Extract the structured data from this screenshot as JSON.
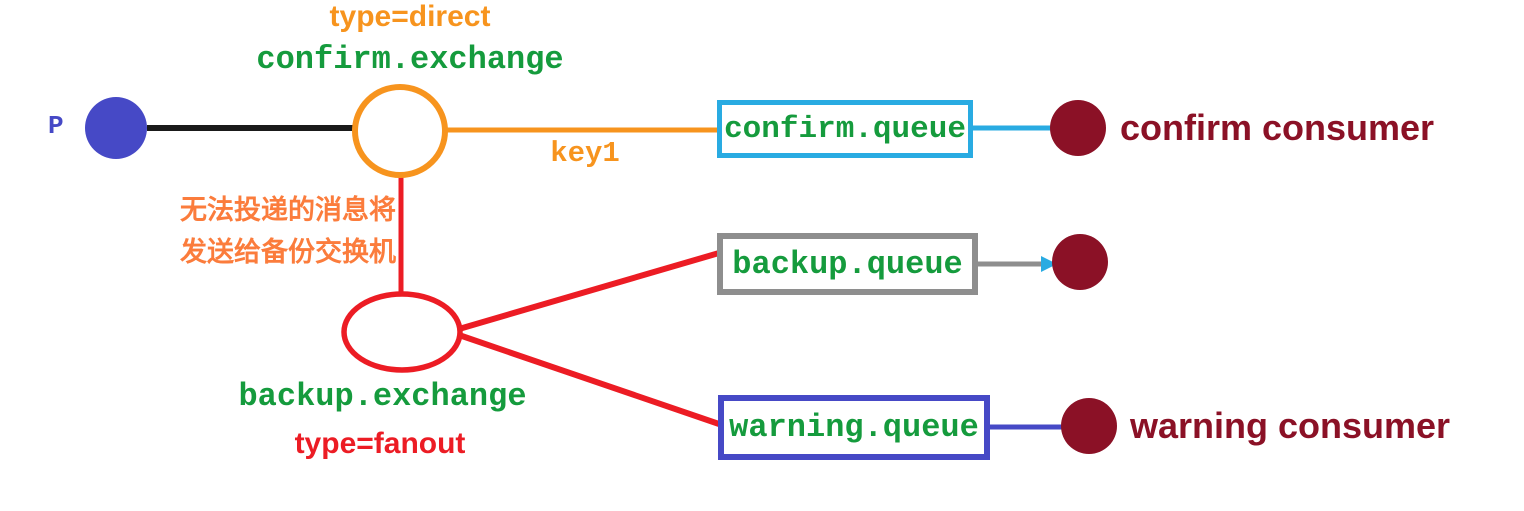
{
  "colors": {
    "orange": "#F7941E",
    "note_orange": "#FB7C3C",
    "green": "#159B3D",
    "red": "#EC1C24",
    "cyan": "#29ABE2",
    "gray": "#8E8E8E",
    "indigo": "#4649C6",
    "maroon": "#8B1126",
    "black": "#1A1A1A",
    "white": "#FFFFFF"
  },
  "producer": {
    "label": "P"
  },
  "confirm_exchange": {
    "type_label": "type=direct",
    "name": "confirm.exchange",
    "routing_key": "key1"
  },
  "backup_exchange": {
    "name": "backup.exchange",
    "type_label": "type=fanout"
  },
  "note": {
    "line1": "无法投递的消息将",
    "line2": "发送给备份交换机"
  },
  "queues": {
    "confirm": "confirm.queue",
    "backup": "backup.queue",
    "warning": "warning.queue"
  },
  "consumers": {
    "confirm": "confirm consumer",
    "warning": "warning consumer"
  }
}
